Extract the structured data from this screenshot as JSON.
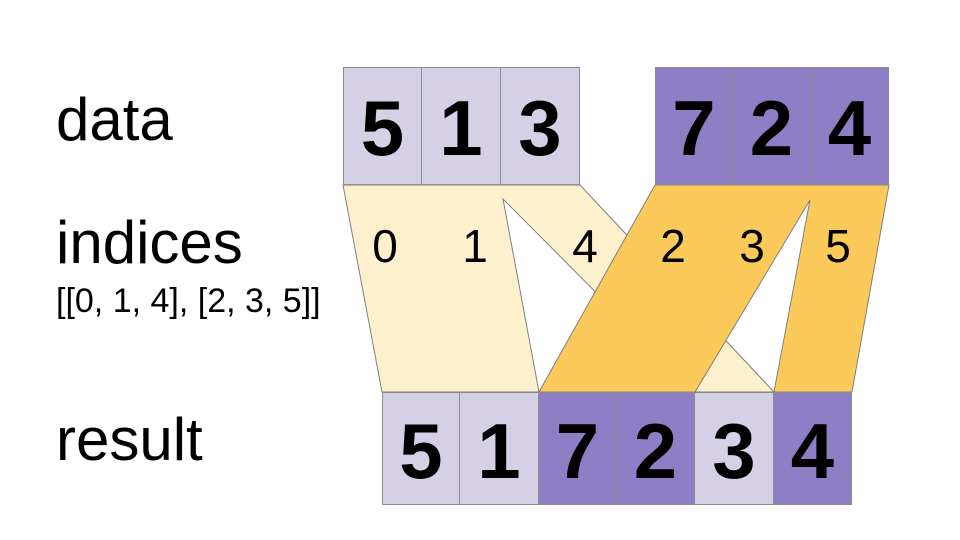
{
  "labels": {
    "data": "data",
    "indices": "indices",
    "indices_value": "[[0, 1, 4], [2, 3, 5]]",
    "result": "result"
  },
  "data_row_1": {
    "values": [
      "5",
      "1",
      "3"
    ],
    "color": "#d6d0e6"
  },
  "data_row_2": {
    "values": [
      "7",
      "2",
      "4"
    ],
    "color": "#8d7ec6"
  },
  "index_band_labels": [
    "0",
    "1",
    "4",
    "2",
    "3",
    "5"
  ],
  "result_row": {
    "values": [
      "5",
      "1",
      "7",
      "2",
      "3",
      "4"
    ],
    "cell_colors": [
      "#d6d0e6",
      "#d6d0e6",
      "#8d7ec6",
      "#8d7ec6",
      "#d6d0e6",
      "#8d7ec6"
    ]
  },
  "colors": {
    "light_purple": "#d6d0e6",
    "dark_purple": "#8d7ec6",
    "cream_band": "#fdf0cc",
    "gold_band": "#fbca5a",
    "cell_border": "#8c8c8c",
    "band_stroke": "#7f7f7f",
    "text": "#000000",
    "background": "#ffffff"
  }
}
